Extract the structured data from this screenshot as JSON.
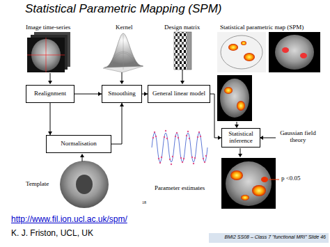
{
  "diagram": {
    "title": "Statistical Parametric Mapping (SPM)",
    "nodes": [
      {
        "text": [
          "Realignment"
        ]
      },
      {
        "text": [
          "Smoothing"
        ]
      },
      {
        "text": [
          "General linear model"
        ]
      },
      {
        "text": [
          "Normalisation"
        ]
      },
      {
        "text": [
          "Statistical inference"
        ]
      }
    ],
    "edges": [
      {
        "from": 0,
        "to": 1,
        "arrow": "to"
      },
      {
        "from": 1,
        "to": 2,
        "arrow": "to"
      },
      {
        "from": 0,
        "to": 3,
        "arrow": "to"
      },
      {
        "from": 3,
        "to": 1,
        "arrow": "to"
      },
      {
        "from": 2,
        "to": 4,
        "arrow": "to"
      }
    ],
    "labels": [
      "Image time-series",
      "Kernel",
      "Design matrix",
      "Statistical parametric map (SPM)",
      "Gaussian field theory",
      "Template",
      "Parameter estimates",
      "18",
      "p <0.05",
      "http://www.fil.ion.ucl.ac.uk/spm/",
      "K. J. Friston, UCL, UK",
      "BMI2 SS08 – Class 7 \"functional MRI\" Slide 46"
    ]
  }
}
